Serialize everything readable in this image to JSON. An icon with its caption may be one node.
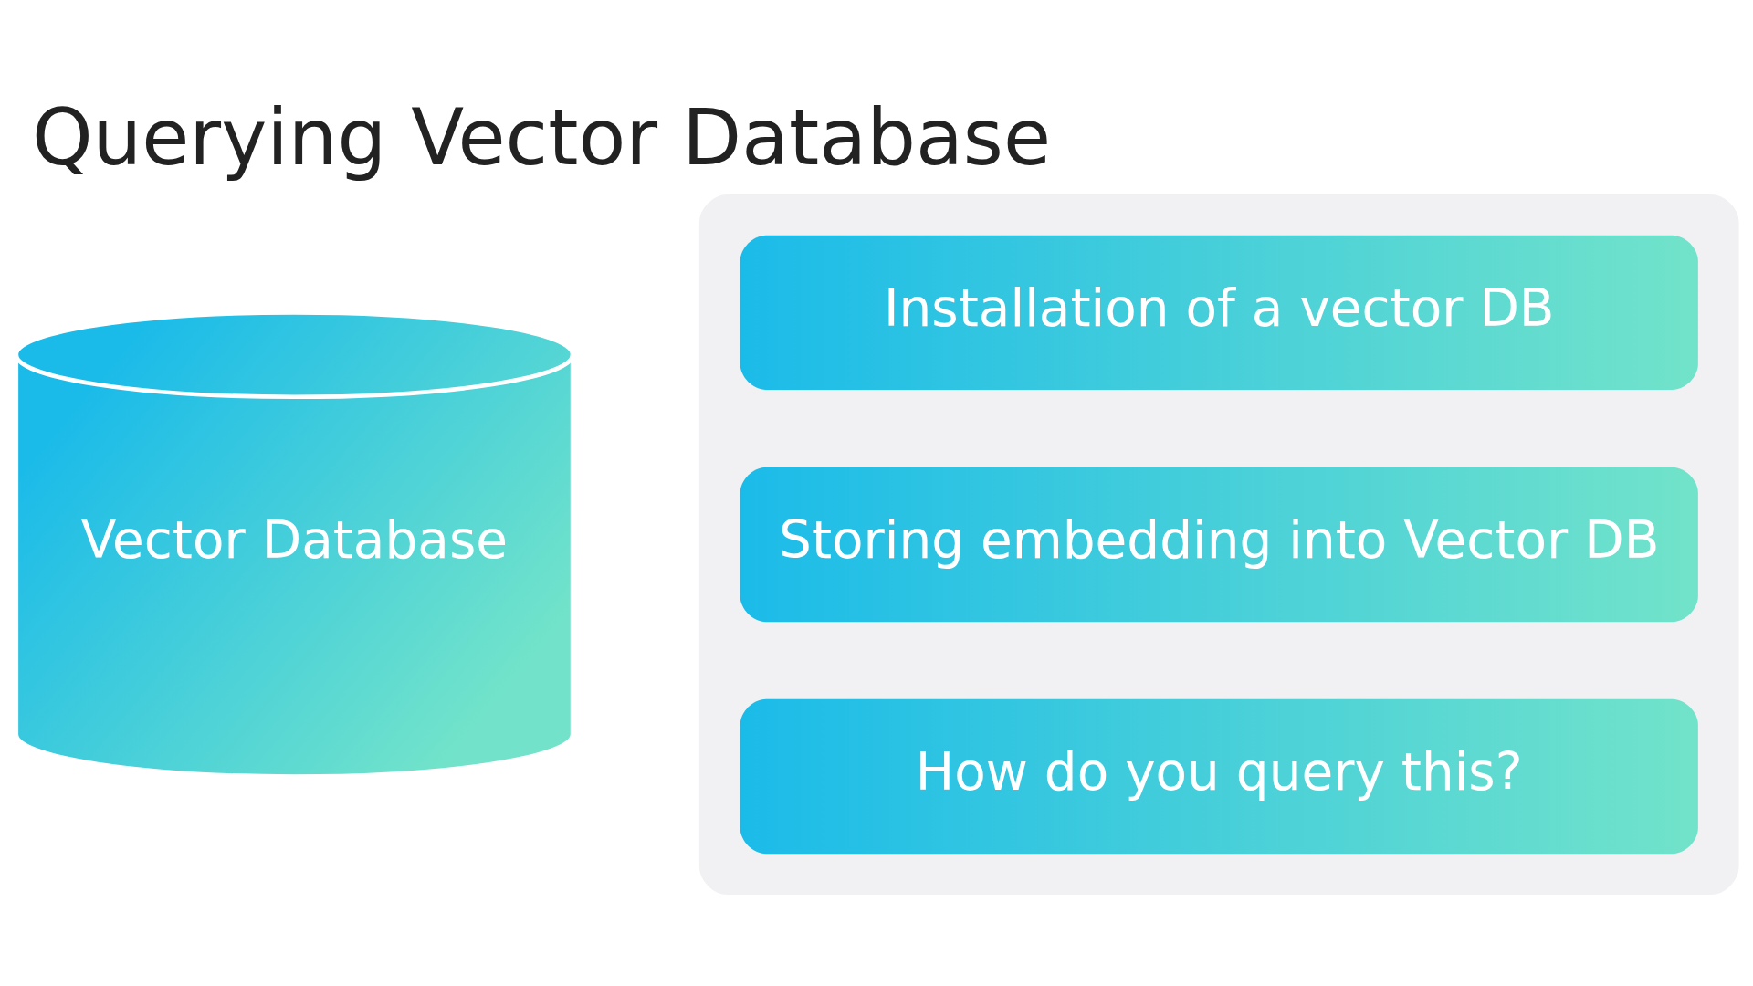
{
  "diagram": {
    "title": "Querying Vector Database",
    "nodes": [
      {
        "text": [
          "Vector Database"
        ]
      },
      {
        "text": [],
        "shape": "box"
      },
      {
        "text": [
          "Installation of a vector DB"
        ],
        "in": 1
      },
      {
        "text": [
          "Storing embedding into Vector DB"
        ],
        "in": 1
      },
      {
        "text": [
          "How do you query this?"
        ],
        "in": 1
      }
    ]
  }
}
